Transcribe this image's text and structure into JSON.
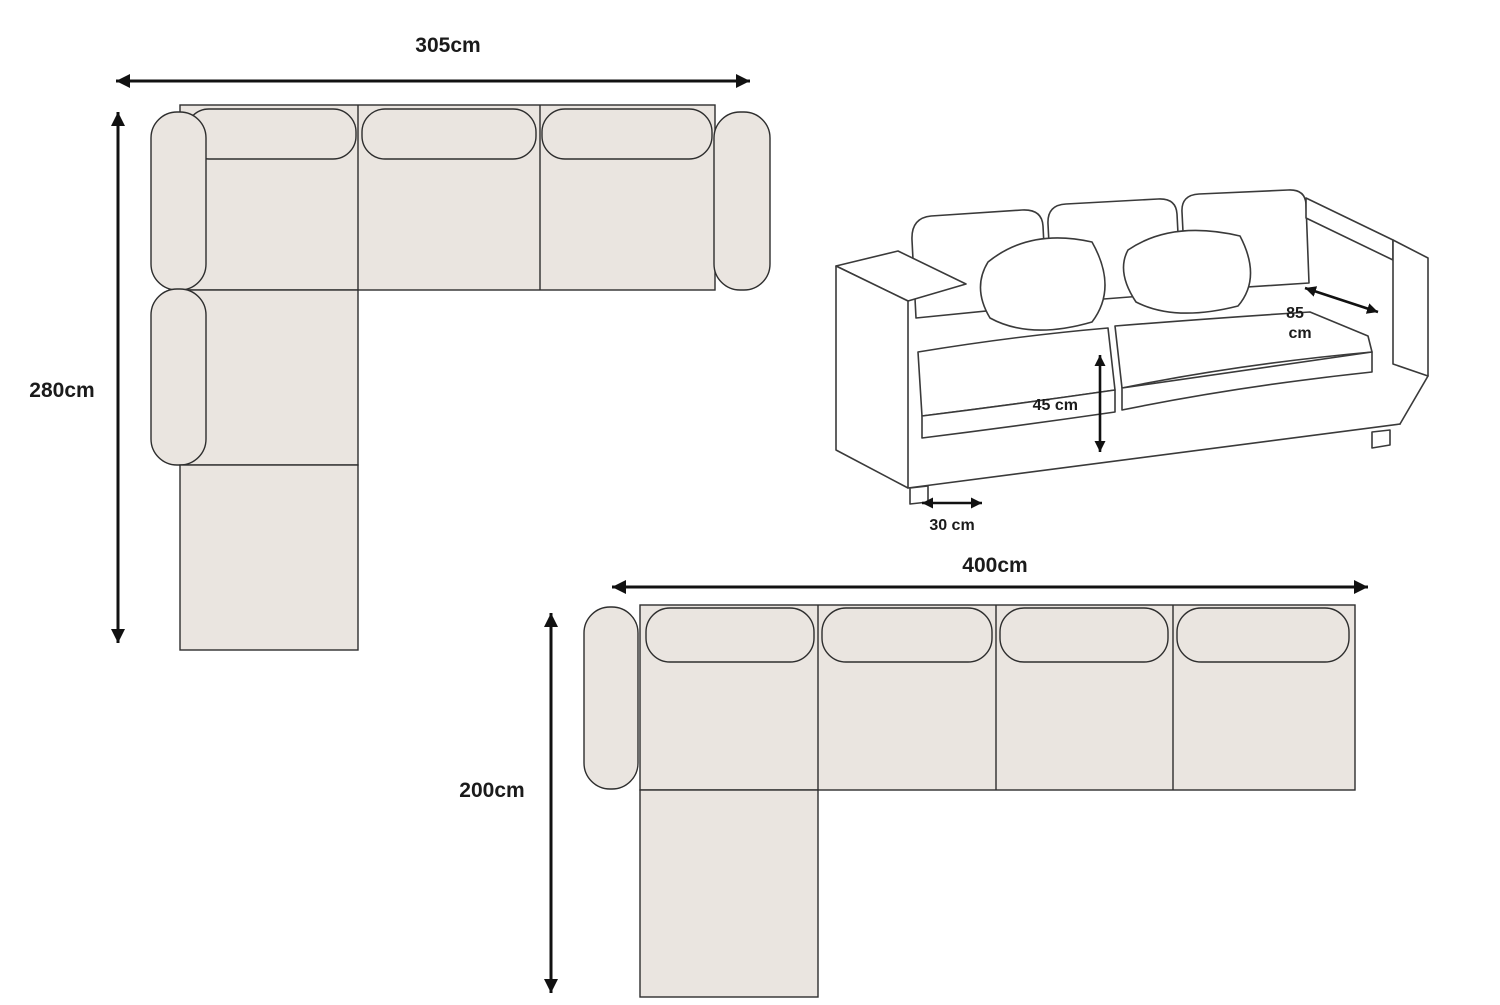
{
  "page": {
    "background": "#ffffff",
    "description_colors": {
      "sofa_fill": "#eae5e0",
      "outline": "#2e2e2e",
      "dimension_arrow": "#111111",
      "label_text": "#1b1b1b"
    }
  },
  "sofa_a": {
    "width_label": "305cm",
    "height_label": "280cm"
  },
  "sofa_b": {
    "width_label": "400cm",
    "height_label": "200cm"
  },
  "sofa_3d": {
    "depth_value": "85",
    "depth_unit": "cm",
    "seat_height_label": "45 cm",
    "base_label": "30 cm"
  }
}
